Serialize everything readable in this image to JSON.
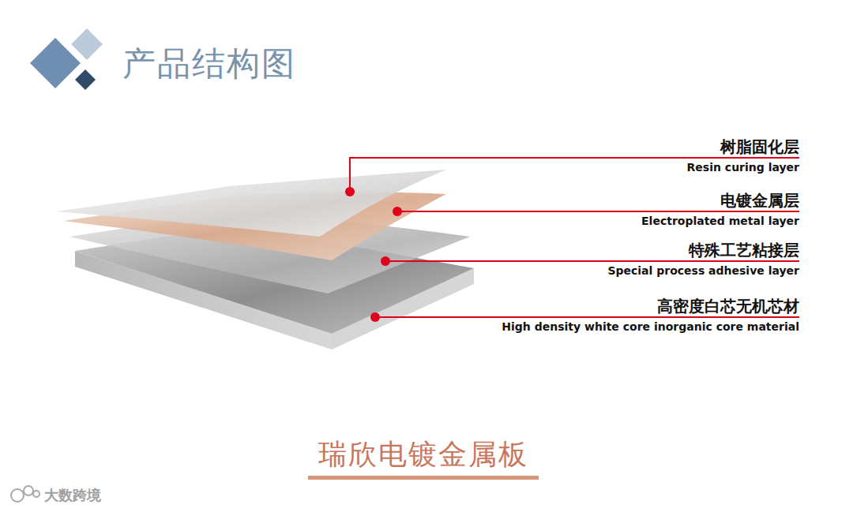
{
  "diagram": {
    "title": "产品结构图",
    "caption": "瑞欣电镀金属板",
    "labels": [
      "树脂固化层",
      "Resin curing layer",
      "电镀金属层",
      "Electroplated metal layer",
      "特殊工艺粘接层",
      "Special process adhesive layer",
      "高密度白芯无机芯材",
      "High density white core inorganic core material",
      "大数跨境"
    ]
  }
}
